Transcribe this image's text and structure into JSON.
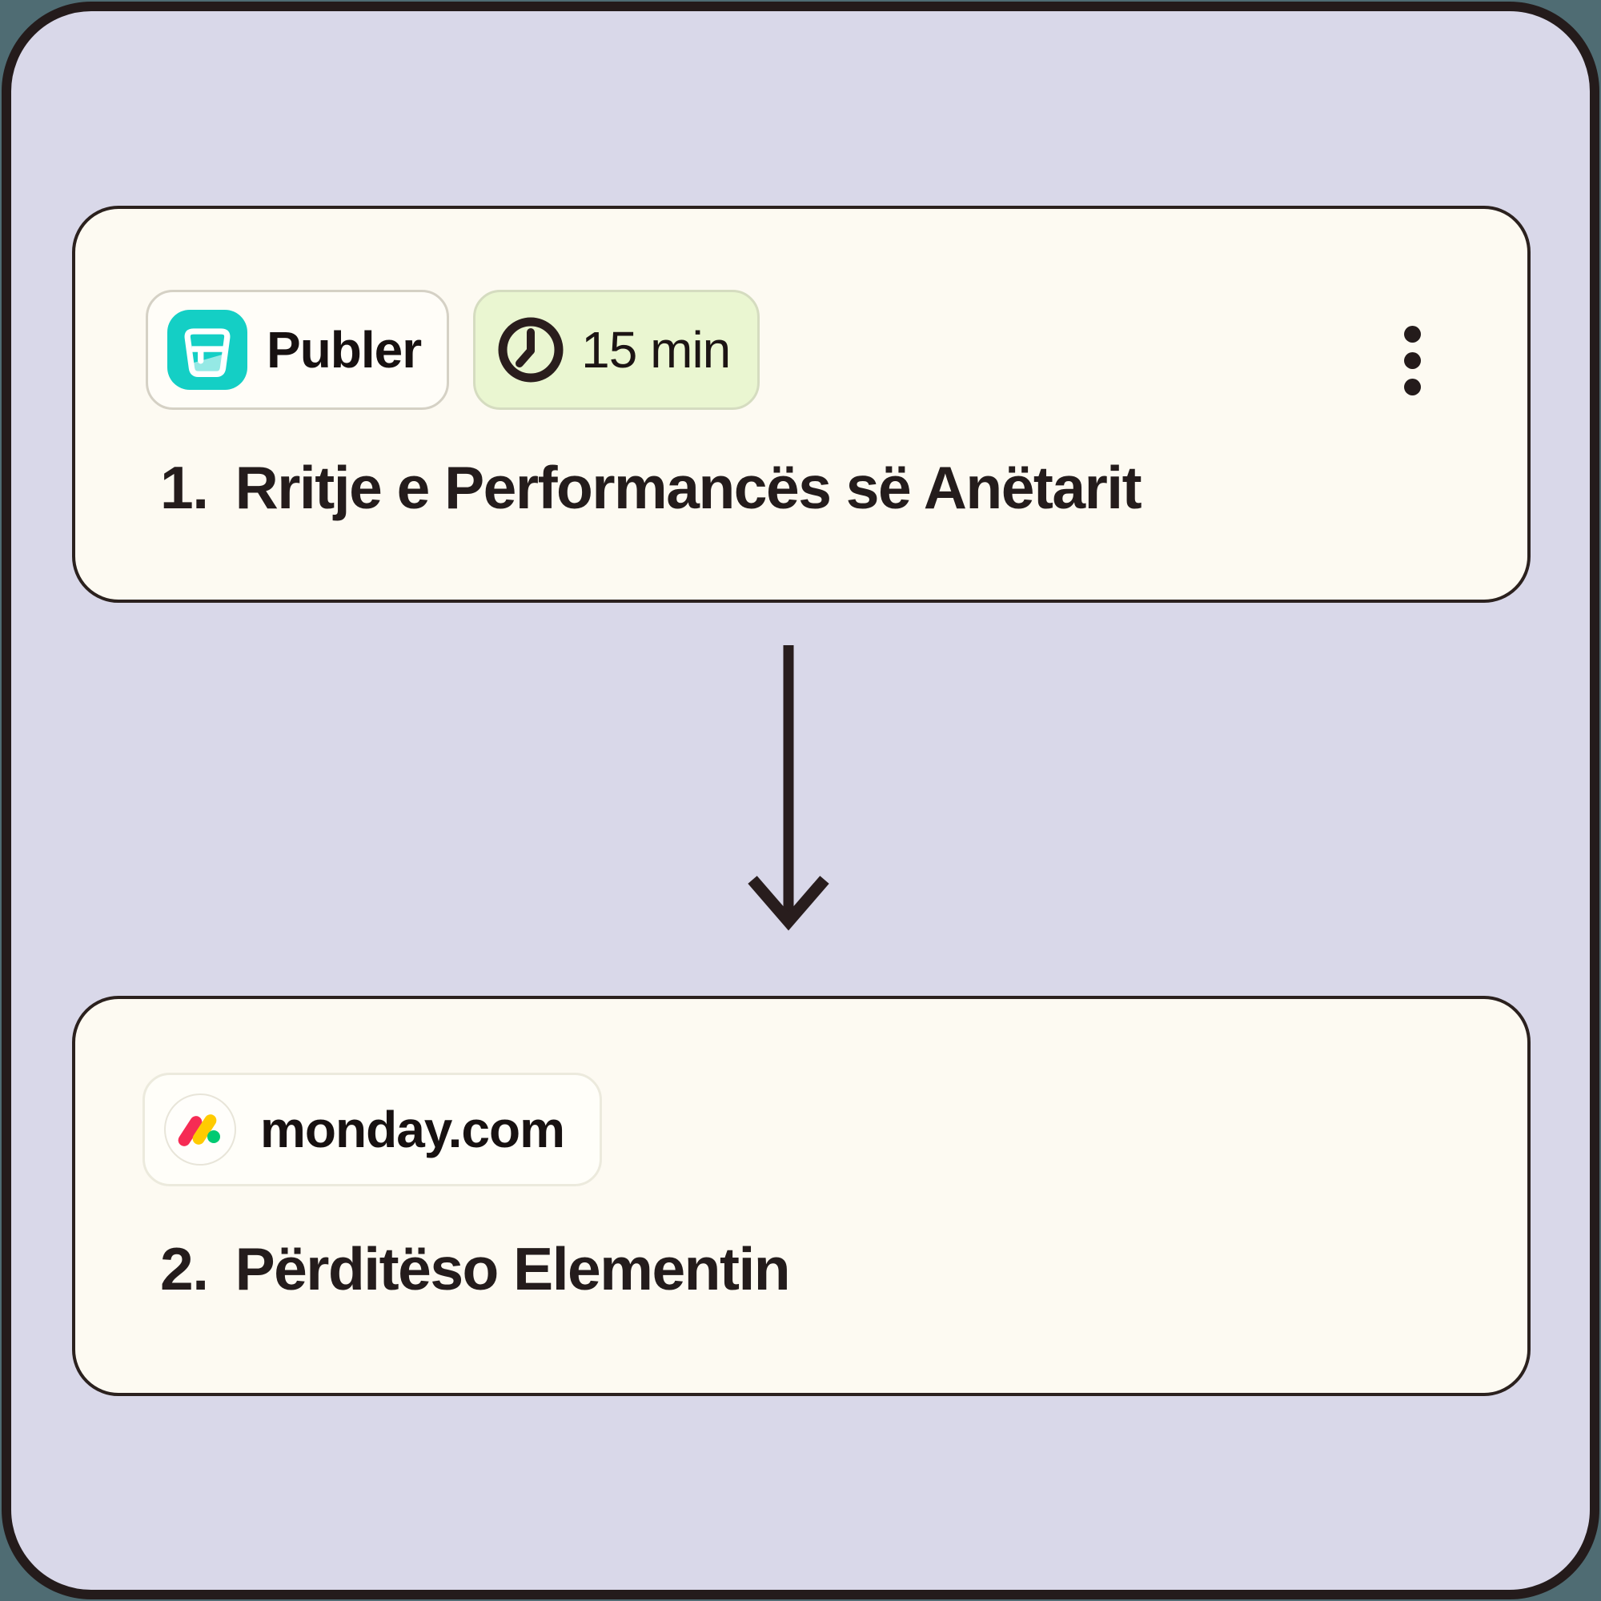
{
  "page": {
    "background_color": "#4f6c73",
    "panel_color": "#d9d8e9",
    "outline_color": "#241b1b",
    "card_color": "#fdfaf2"
  },
  "step1": {
    "number": "1.",
    "title": "Rritje e Performancës së Anëtarit",
    "app": {
      "name": "Publer",
      "icon": "publer-bucket-icon",
      "icon_bg": "#14cfc5"
    },
    "schedule": {
      "label": "15 min",
      "icon": "clock-icon",
      "badge_bg": "#eaf6d1"
    },
    "menu_icon": "kebab-menu"
  },
  "connector": {
    "icon": "arrow-down",
    "color": "#281d1d"
  },
  "step2": {
    "number": "2.",
    "title": "Përditëso Elementin",
    "app": {
      "name": "monday.com",
      "icon": "monday-logo-icon",
      "logo_colors": {
        "red": "#f62b54",
        "yellow": "#ffcb00",
        "green": "#00ca72"
      }
    }
  }
}
